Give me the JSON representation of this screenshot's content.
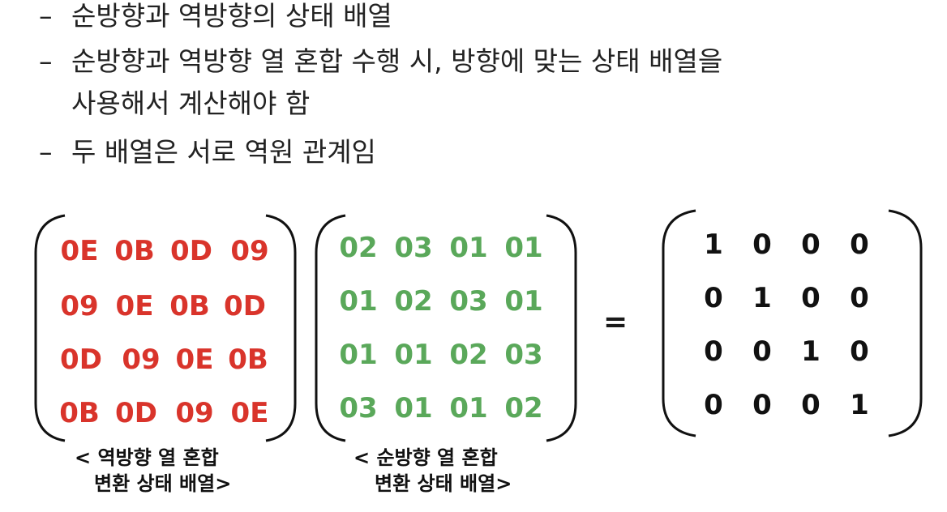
{
  "bullets": [
    {
      "dash": "–",
      "text": "순방향과 역방향의 상태 배열"
    },
    {
      "dash": "–",
      "text": "순방향과 역방향 열 혼합 수행 시, 방향에 맞는 상태 배열을"
    },
    {
      "dash": "",
      "text": "사용해서 계산해야 함"
    },
    {
      "dash": "–",
      "text": "두 배열은 서로 역원 관계임"
    }
  ],
  "matrices": {
    "inverse": {
      "color": "#d9342b",
      "rows": [
        [
          "0E",
          "0B",
          "0D",
          "09"
        ],
        [
          "09",
          "0E",
          "0B",
          "0D"
        ],
        [
          "0D",
          "09",
          "0E",
          "0B"
        ],
        [
          "0B",
          "0D",
          "09",
          "0E"
        ]
      ],
      "caption_line1": "< 역방향 열 혼합",
      "caption_line2": "변환 상태 배열>"
    },
    "forward": {
      "color": "#5aa85a",
      "rows": [
        [
          "02",
          "03",
          "01",
          "01"
        ],
        [
          "01",
          "02",
          "03",
          "01"
        ],
        [
          "01",
          "01",
          "02",
          "03"
        ],
        [
          "03",
          "01",
          "01",
          "02"
        ]
      ],
      "caption_line1": "< 순방향 열 혼합",
      "caption_line2": "변환 상태 배열>"
    },
    "identity": {
      "color": "#111111",
      "rows": [
        [
          "1",
          "0",
          "0",
          "0"
        ],
        [
          "0",
          "1",
          "0",
          "0"
        ],
        [
          "0",
          "0",
          "1",
          "0"
        ],
        [
          "0",
          "0",
          "0",
          "1"
        ]
      ]
    }
  },
  "equals_sign": "="
}
